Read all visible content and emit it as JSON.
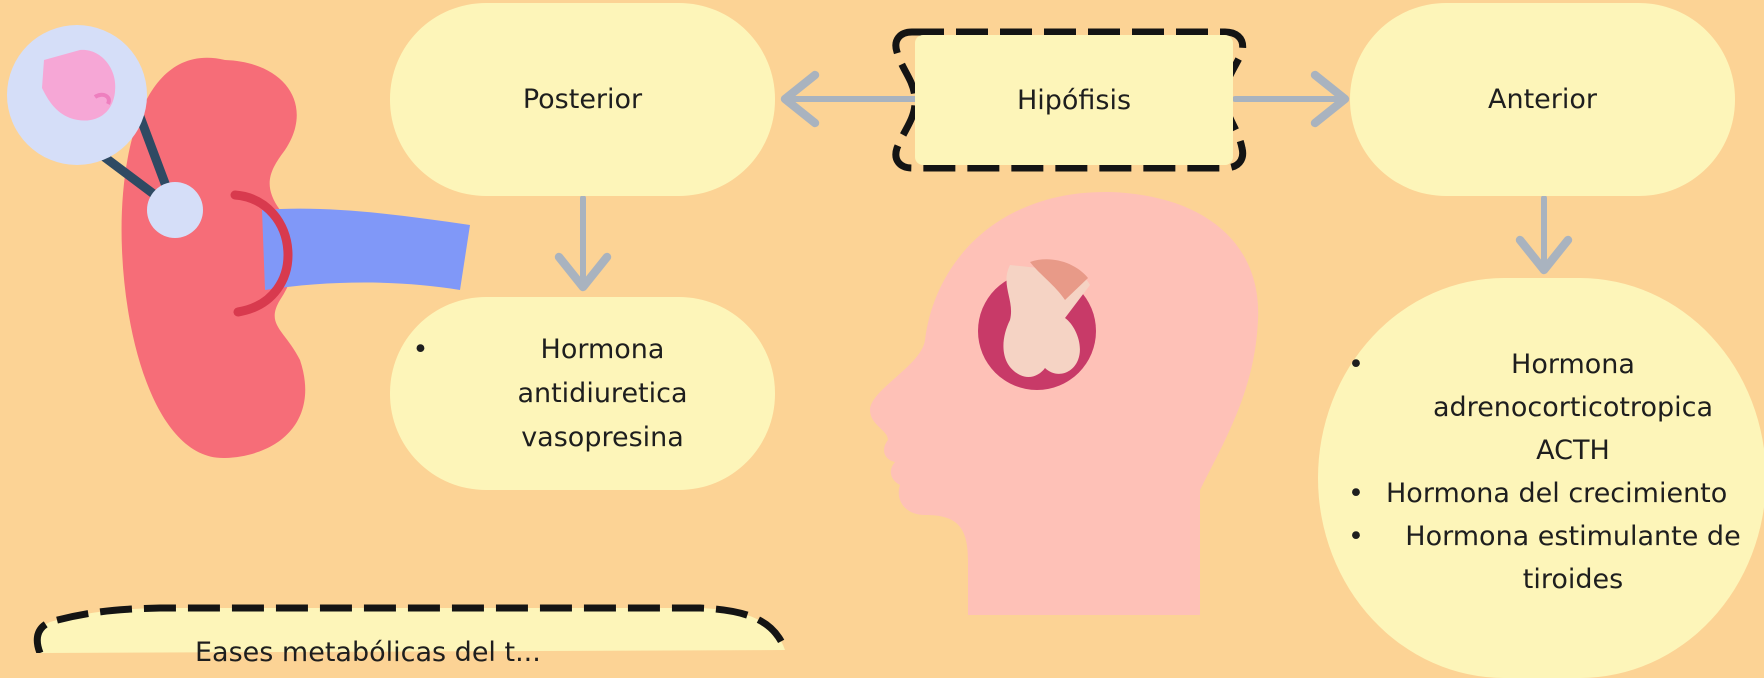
{
  "diagram": {
    "center_node": "Hipófisis",
    "posterior": {
      "title": "Posterior",
      "items": [
        "Hormona antidiuretica vasopresina"
      ]
    },
    "anterior": {
      "title": "Anterior",
      "items": [
        "Hormona adrenocorticotropica ACTH",
        "Hormona del crecimiento",
        "Hormona estimulante de tiroides"
      ]
    },
    "bottom_note": "Eases metabólicas del t..."
  },
  "colors": {
    "background": "#fcd395",
    "node_fill": "#fdf5b9",
    "arrow": "#a9b3bf",
    "kidney": "#f66d78",
    "head": "#fec1b7",
    "brain_circle": "#c83a68"
  }
}
